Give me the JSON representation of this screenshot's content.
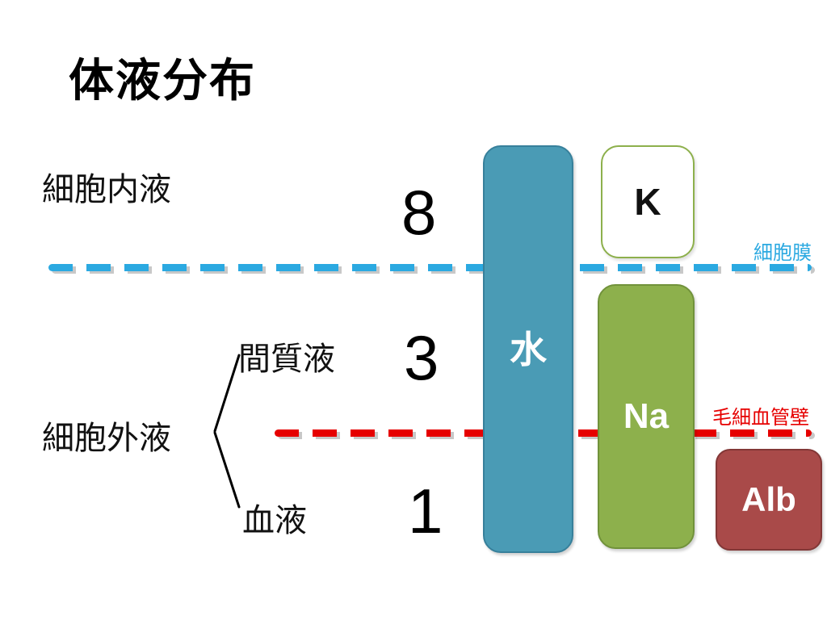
{
  "title": "体液分布",
  "compartments": {
    "intracellular_label": "細胞内液",
    "intracellular_ratio": "8",
    "extracellular_label": "細胞外液",
    "interstitial_label": "間質液",
    "interstitial_ratio": "3",
    "blood_label": "血液",
    "blood_ratio": "1"
  },
  "boundaries": {
    "cell_membrane_label": "細胞膜",
    "capillary_wall_label": "毛細血管壁"
  },
  "bars": {
    "water_label": "水",
    "potassium_label": "K",
    "sodium_label": "Na",
    "albumin_label": "Alb"
  },
  "colors": {
    "water_bar": "#4A9BB5",
    "sodium_bar": "#8DB04C",
    "albumin_bar": "#A94A49",
    "cell_membrane_line": "#2BA9E1",
    "capillary_wall_line": "#E60000"
  }
}
